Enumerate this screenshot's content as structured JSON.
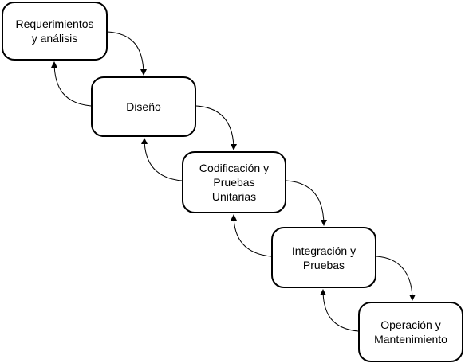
{
  "diagram": {
    "stages": [
      {
        "id": "requerimientos",
        "label": "Requerimientos\ny análisis"
      },
      {
        "id": "diseno",
        "label": "Diseño"
      },
      {
        "id": "codificacion",
        "label": "Codificación y\nPruebas\nUnitarias"
      },
      {
        "id": "integracion",
        "label": "Integración y\nPruebas"
      },
      {
        "id": "operacion",
        "label": "Operación y\nMantenimiento"
      }
    ],
    "arrows": [
      {
        "from": "requerimientos",
        "to": "diseno",
        "direction": "forward"
      },
      {
        "from": "diseno",
        "to": "requerimientos",
        "direction": "feedback"
      },
      {
        "from": "diseno",
        "to": "codificacion",
        "direction": "forward"
      },
      {
        "from": "codificacion",
        "to": "diseno",
        "direction": "feedback"
      },
      {
        "from": "codificacion",
        "to": "integracion",
        "direction": "forward"
      },
      {
        "from": "integracion",
        "to": "codificacion",
        "direction": "feedback"
      },
      {
        "from": "integracion",
        "to": "operacion",
        "direction": "forward"
      },
      {
        "from": "operacion",
        "to": "integracion",
        "direction": "feedback"
      }
    ],
    "colors": {
      "box_border": "#000000",
      "box_fill": "#ffffff",
      "arrow": "#000000",
      "text": "#000000",
      "background": "#ffffff"
    }
  }
}
